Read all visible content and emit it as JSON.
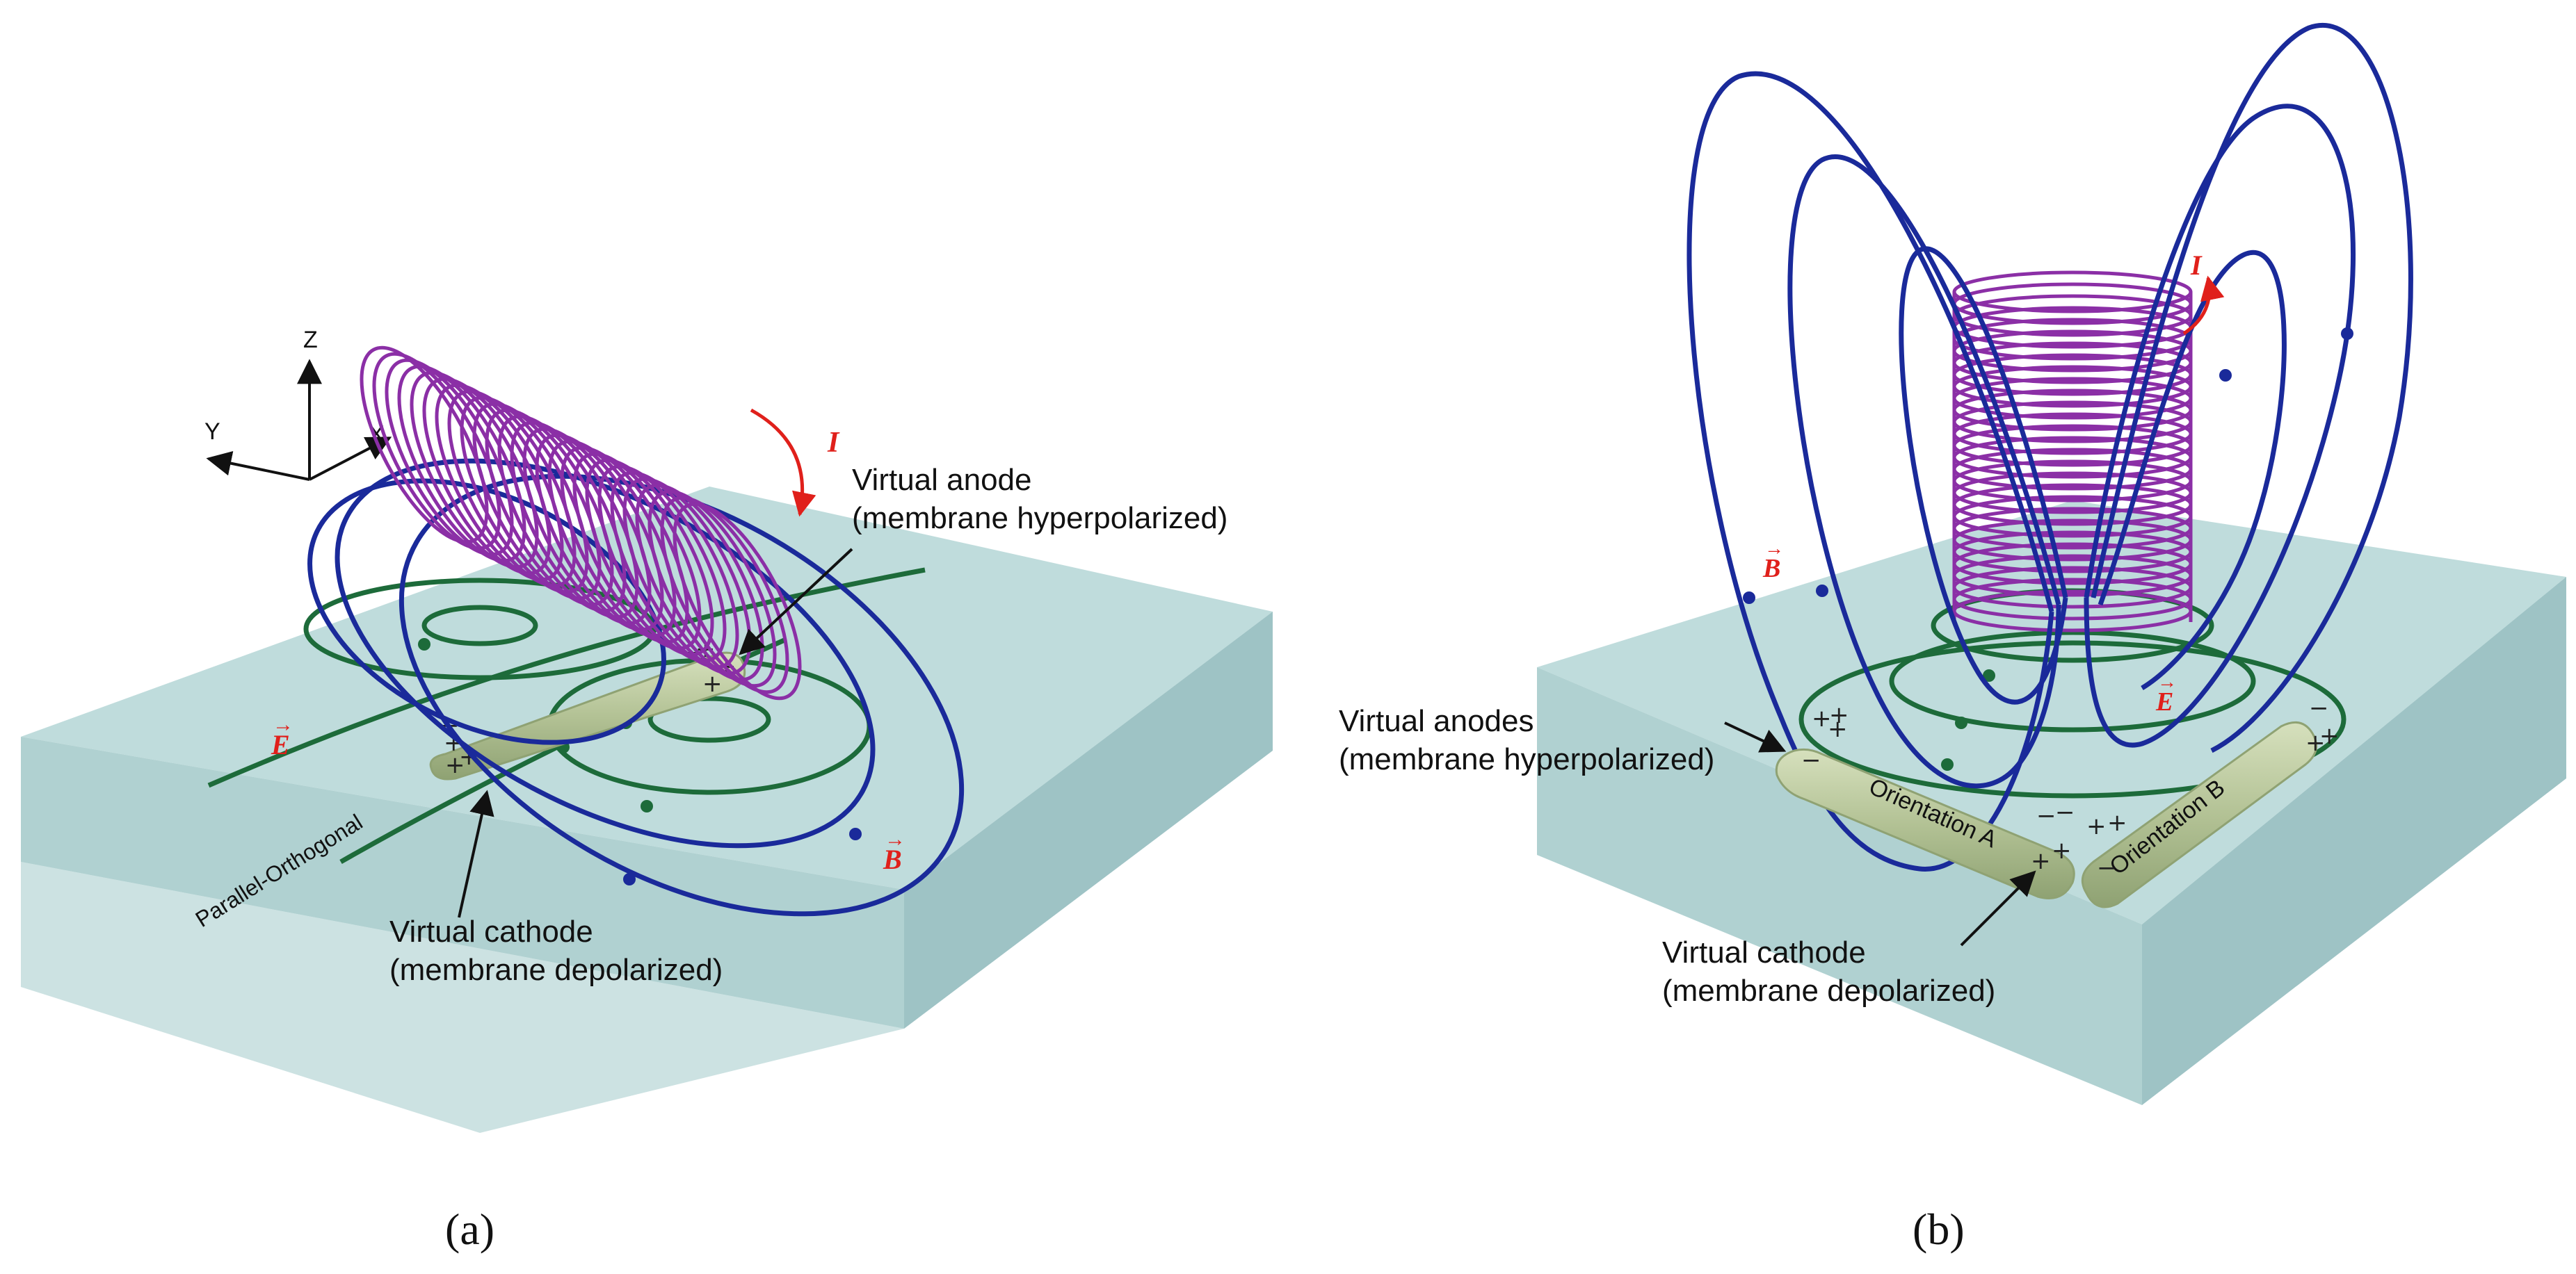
{
  "panel_a": {
    "caption": "(a)",
    "axis_z": "Z",
    "axis_y": "Y",
    "axis_x": "X",
    "current_label": "I",
    "e_label": "E",
    "b_label": "B",
    "anode_line1": "Virtual anode",
    "anode_line2": "(membrane hyperpolarized)",
    "cathode_line1": "Virtual cathode",
    "cathode_line2": "(membrane depolarized)",
    "fiber_label": "Parallel-Orthogonal"
  },
  "panel_b": {
    "caption": "(b)",
    "current_label": "I",
    "e_label": "E",
    "b_label": "B",
    "anodes_line1": "Virtual anodes",
    "anodes_line2": "(membrane hyperpolarized)",
    "cathode_line1": "Virtual cathode",
    "cathode_line2": "(membrane depolarized)",
    "fiber_a_label": "Orientation A",
    "fiber_b_label": "Orientation B"
  },
  "colors": {
    "coil": "#8b2fa6",
    "b_field": "#1a2a9a",
    "e_field": "#1d6b3a",
    "tissue": "#9fc9c9",
    "current": "#e0201b",
    "fiber": "#b9c79d"
  }
}
